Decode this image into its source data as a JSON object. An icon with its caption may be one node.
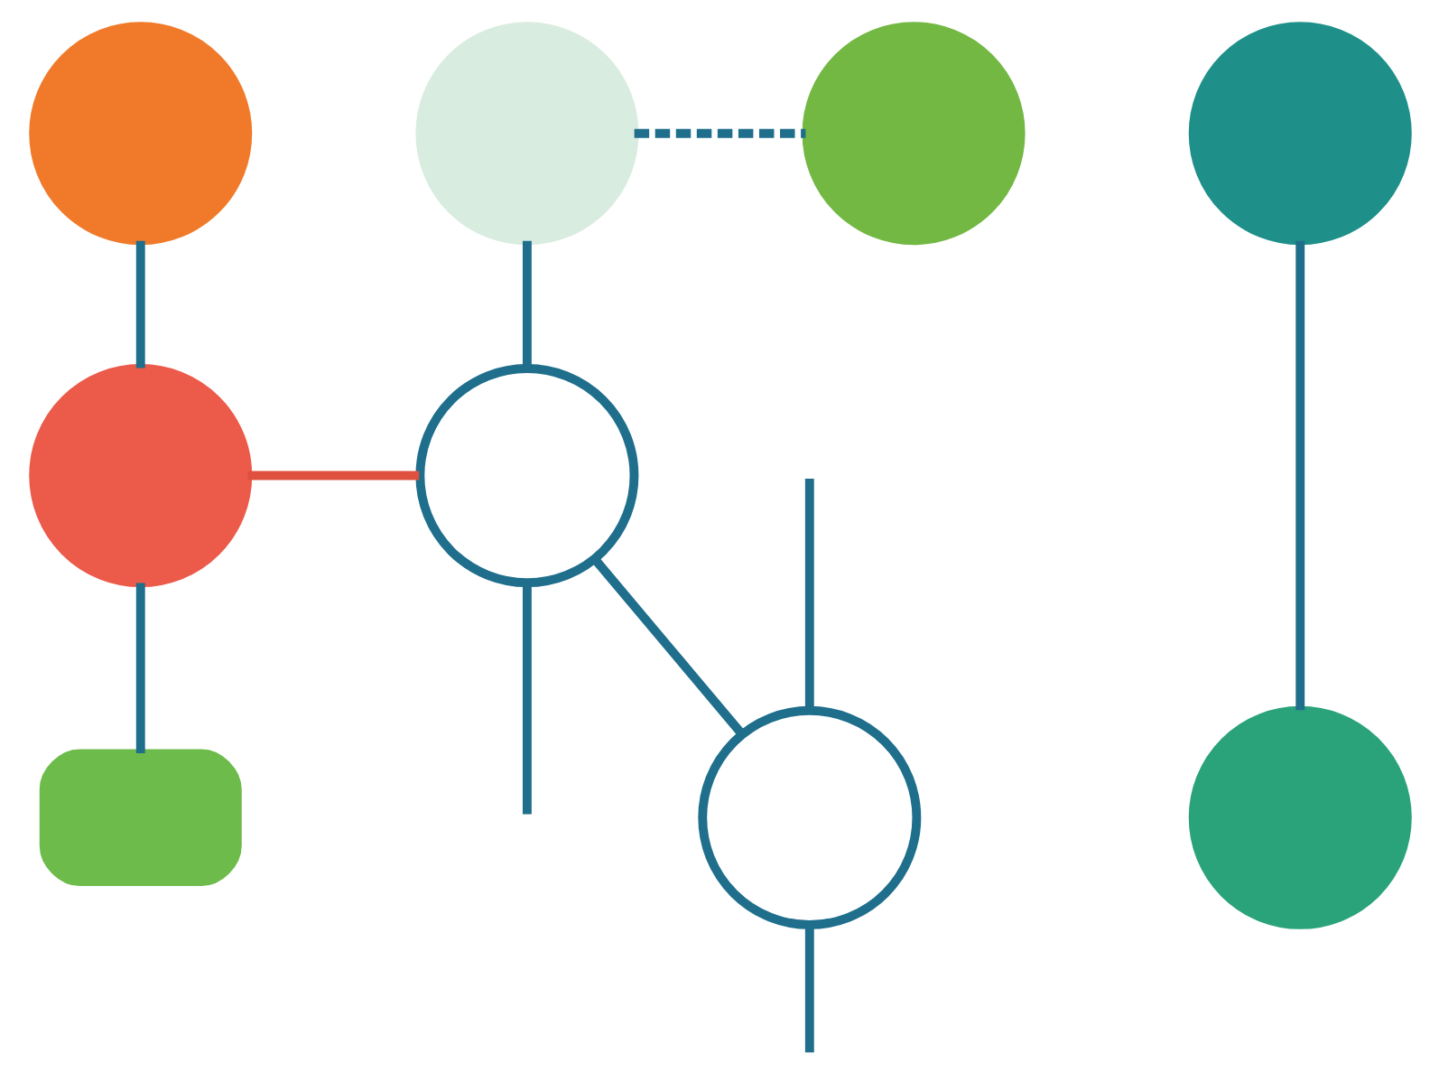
{
  "diagram": {
    "nodes": [
      {
        "text": [],
        "shape": "circle"
      },
      {
        "text": [],
        "shape": "circle"
      },
      {
        "text": [],
        "shape": "box"
      },
      {
        "text": [],
        "shape": "circle"
      },
      {
        "text": [],
        "shape": "circle"
      },
      {
        "text": [],
        "shape": "circle"
      },
      {
        "text": [],
        "shape": "circle"
      },
      {
        "text": [],
        "shape": "circle"
      },
      {
        "text": [],
        "shape": "circle"
      }
    ],
    "edges": [
      {
        "from": 0,
        "to": 1,
        "arrow": "none"
      },
      {
        "from": 1,
        "to": 2,
        "arrow": "none"
      },
      {
        "from": 1,
        "to": 5,
        "arrow": "none",
        "color": "#e0503f"
      },
      {
        "from": 3,
        "to": 4,
        "arrow": "none",
        "style": "dashed"
      },
      {
        "from": 3,
        "to": 5,
        "arrow": "none"
      },
      {
        "from": 5,
        "to": 6,
        "arrow": "none"
      },
      {
        "from": 5,
        "to": null,
        "arrow": "none"
      },
      {
        "from": null,
        "to": 6,
        "arrow": "none"
      },
      {
        "from": 6,
        "to": null,
        "arrow": "none"
      },
      {
        "from": 7,
        "to": 8,
        "arrow": "none"
      }
    ]
  }
}
